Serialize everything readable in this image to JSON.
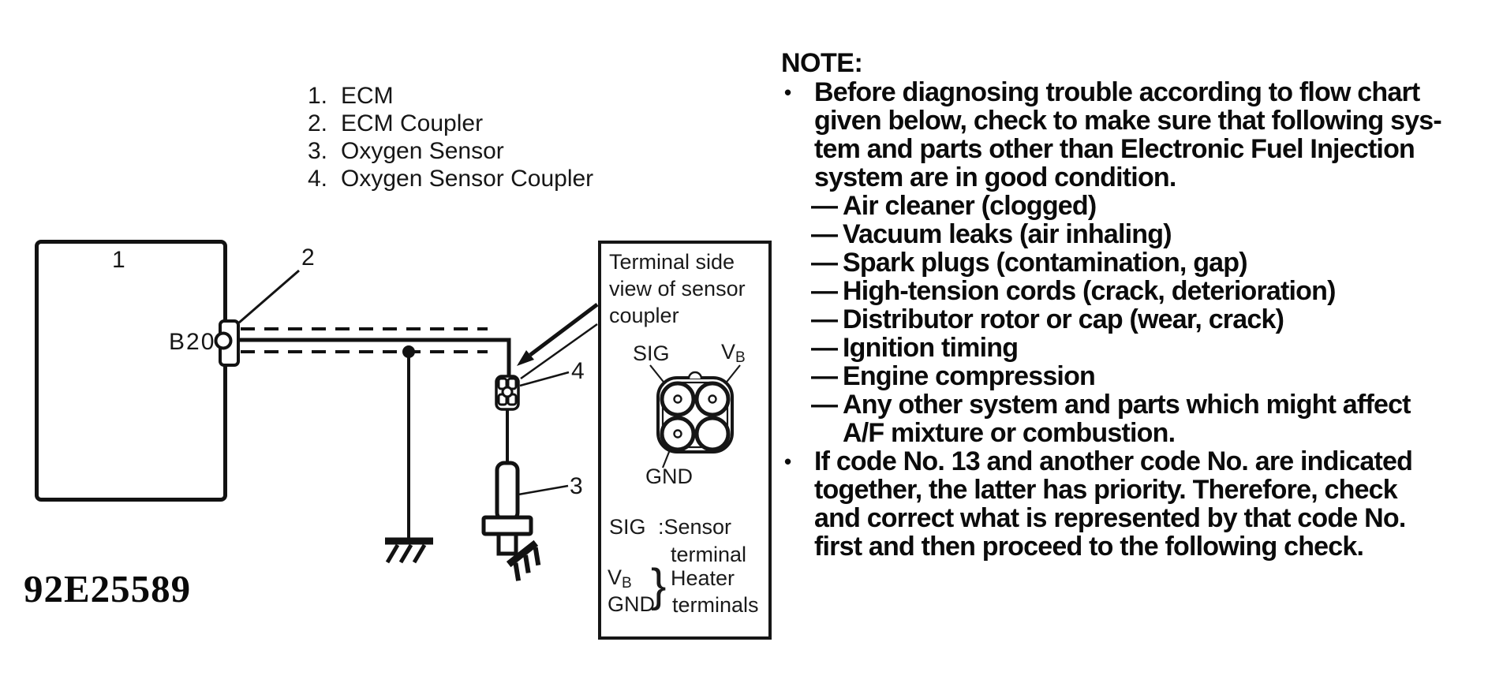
{
  "figure_code": "92E25589",
  "legend": {
    "items": [
      {
        "num": "1.",
        "label": "ECM"
      },
      {
        "num": "2.",
        "label": "ECM Coupler"
      },
      {
        "num": "3.",
        "label": "Oxygen Sensor"
      },
      {
        "num": "4.",
        "label": "Oxygen Sensor Coupler"
      }
    ]
  },
  "diagram": {
    "ecm_label": "1",
    "ecm_coupler_label": "2",
    "sensor_label": "3",
    "sensor_coupler_label": "4",
    "terminal_label": "B20"
  },
  "terminal_view": {
    "title_lines": [
      "Terminal side",
      "view of sensor",
      "coupler"
    ],
    "pin_sig": "SIG",
    "pin_vb_main": "V",
    "pin_vb_sub": "B",
    "pin_gnd": "GND",
    "legend_sig": "SIG",
    "legend_sig_desc": ":Sensor",
    "legend_sig_desc2": "terminal",
    "legend_vb_main": "V",
    "legend_vb_sub": "B",
    "legend_gnd": "GND",
    "brace": "}",
    "legend_heater1": "Heater",
    "legend_heater2": "terminals"
  },
  "note": {
    "title": "NOTE:",
    "bullet": "•",
    "dash": "—",
    "b1_lines": [
      "Before diagnosing trouble according to flow chart",
      "given below, check to make sure that following sys-",
      "tem and parts other than Electronic Fuel Injection",
      "system are in good condition."
    ],
    "dash_items": [
      "Air cleaner (clogged)",
      "Vacuum leaks (air inhaling)",
      "Spark plugs (contamination, gap)",
      "High-tension cords (crack, deterioration)",
      "Distributor rotor or cap (wear, crack)",
      "Ignition timing",
      "Engine compression"
    ],
    "dash_item8_lines": [
      "Any other system and parts which might affect",
      "A/F mixture or combustion."
    ],
    "b2_lines": [
      "If code No. 13 and another code No. are indicated",
      "together, the latter has priority. Therefore, check",
      "and correct what is represented by that code No.",
      "first and then proceed to the following check."
    ]
  }
}
